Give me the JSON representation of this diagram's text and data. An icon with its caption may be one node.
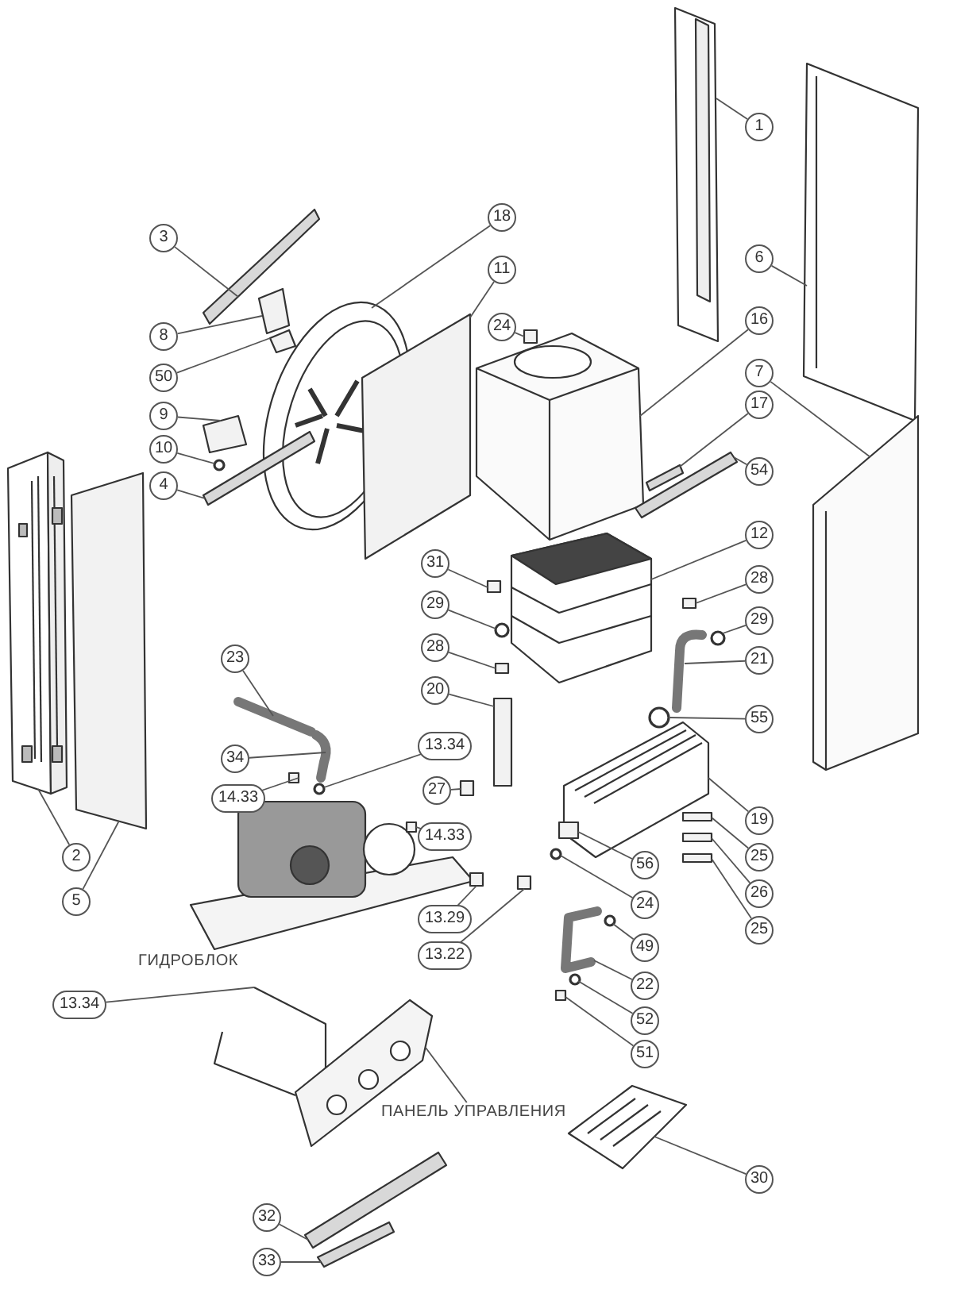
{
  "diagram": {
    "nodes": [
      {
        "text": [
          "1"
        ]
      },
      {
        "text": [
          "3"
        ]
      },
      {
        "text": [
          "18"
        ]
      },
      {
        "text": [
          "6"
        ]
      },
      {
        "text": [
          "11"
        ]
      },
      {
        "text": [
          "8"
        ]
      },
      {
        "text": [
          "24"
        ]
      },
      {
        "text": [
          "16"
        ]
      },
      {
        "text": [
          "50"
        ]
      },
      {
        "text": [
          "7"
        ]
      },
      {
        "text": [
          "17"
        ]
      },
      {
        "text": [
          "9"
        ]
      },
      {
        "text": [
          "10"
        ]
      },
      {
        "text": [
          "54"
        ]
      },
      {
        "text": [
          "4"
        ]
      },
      {
        "text": [
          "31"
        ]
      },
      {
        "text": [
          "12"
        ]
      },
      {
        "text": [
          "28"
        ]
      },
      {
        "text": [
          "29"
        ]
      },
      {
        "text": [
          "29"
        ]
      },
      {
        "text": [
          "28"
        ]
      },
      {
        "text": [
          "21"
        ]
      },
      {
        "text": [
          "20"
        ]
      },
      {
        "text": [
          "23"
        ]
      },
      {
        "text": [
          "55"
        ]
      },
      {
        "text": [
          "13.34"
        ]
      },
      {
        "text": [
          "34"
        ]
      },
      {
        "text": [
          "14.33"
        ]
      },
      {
        "text": [
          "27"
        ]
      },
      {
        "text": [
          "19"
        ]
      },
      {
        "text": [
          "14.33"
        ]
      },
      {
        "text": [
          "2"
        ]
      },
      {
        "text": [
          "25"
        ]
      },
      {
        "text": [
          "56"
        ]
      },
      {
        "text": [
          "5"
        ]
      },
      {
        "text": [
          "26"
        ]
      },
      {
        "text": [
          "13.29"
        ]
      },
      {
        "text": [
          "24"
        ]
      },
      {
        "text": [
          "25"
        ]
      },
      {
        "text": [
          "13.22"
        ]
      },
      {
        "text": [
          "49"
        ]
      },
      {
        "text": [
          "22"
        ]
      },
      {
        "text": [
          "13.34"
        ]
      },
      {
        "text": [
          "52"
        ]
      },
      {
        "text": [
          "51"
        ]
      },
      {
        "text": [
          "ПАНЕЛЬ УПРАВЛЕНИЯ"
        ]
      },
      {
        "text": [
          "30"
        ]
      },
      {
        "text": [
          "32"
        ]
      },
      {
        "text": [
          "33"
        ]
      },
      {
        "text": [],
        "shape": "picture"
      },
      {
        "text": [],
        "shape": "bar"
      },
      {
        "text": [],
        "shape": "picture"
      },
      {
        "text": [],
        "shape": "picture"
      },
      {
        "text": [],
        "shape": "box"
      },
      {
        "text": [],
        "shape": "box"
      },
      {
        "text": [],
        "shape": "box"
      },
      {
        "text": [],
        "shape": "picture"
      },
      {
        "text": [],
        "shape": "box"
      },
      {
        "text": [],
        "shape": "picture"
      },
      {
        "text": [],
        "shape": "bar"
      },
      {
        "text": [],
        "shape": "box"
      },
      {
        "text": [],
        "shape": "circle"
      },
      {
        "text": [],
        "shape": "bar"
      },
      {
        "text": [],
        "shape": "bar"
      },
      {
        "text": [],
        "shape": "box"
      },
      {
        "text": [],
        "shape": "picture"
      },
      {
        "text": [],
        "shape": "box"
      },
      {
        "text": [],
        "shape": "circle"
      },
      {
        "text": [],
        "shape": "circle"
      },
      {
        "text": [],
        "shape": "box"
      },
      {
        "text": [],
        "shape": "picture"
      },
      {
        "text": [],
        "shape": "box"
      },
      {
        "text": [],
        "shape": "picture"
      },
      {
        "text": [],
        "shape": "circle"
      },
      {
        "text": [],
        "shape": "circle"
      },
      {
        "text": [],
        "shape": "picture"
      },
      {
        "text": [],
        "shape": "box"
      },
      {
        "text": [],
        "shape": "box"
      },
      {
        "text": [],
        "shape": "picture"
      },
      {
        "text": [],
        "shape": "box"
      },
      {
        "text": [],
        "shape": "picture"
      },
      {
        "text": [],
        "shape": "box"
      },
      {
        "text": [],
        "shape": "box"
      },
      {
        "text": [],
        "shape": "box"
      },
      {
        "text": [],
        "shape": "box"
      },
      {
        "text": [],
        "shape": "box"
      },
      {
        "text": [],
        "shape": "circle"
      },
      {
        "text": [],
        "shape": "box"
      },
      {
        "text": [],
        "shape": "box"
      },
      {
        "text": [],
        "shape": "circle"
      },
      {
        "text": [],
        "shape": "picture"
      },
      {
        "text": [],
        "shape": "picture"
      },
      {
        "text": [],
        "shape": "circle"
      },
      {
        "text": [],
        "shape": "box"
      },
      {
        "text": [],
        "shape": "picture"
      },
      {
        "text": [],
        "shape": "picture"
      },
      {
        "text": [],
        "shape": "bar"
      },
      {
        "text": [],
        "shape": "bar"
      }
    ],
    "edges": [
      {
        "from": 0,
        "to": 49,
        "arrow": "none"
      },
      {
        "from": 1,
        "to": 50,
        "arrow": "none"
      },
      {
        "from": 2,
        "to": 51,
        "arrow": "none"
      },
      {
        "from": 3,
        "to": 52,
        "arrow": "none"
      },
      {
        "from": 4,
        "to": 53,
        "arrow": "none"
      },
      {
        "from": 5,
        "to": 54,
        "arrow": "none"
      },
      {
        "from": 6,
        "to": 55,
        "arrow": "none"
      },
      {
        "from": 7,
        "to": 56,
        "arrow": "none"
      },
      {
        "from": 8,
        "to": 57,
        "arrow": "none"
      },
      {
        "from": 9,
        "to": 58,
        "arrow": "none"
      },
      {
        "from": 10,
        "to": 59,
        "arrow": "none"
      },
      {
        "from": 11,
        "to": 60,
        "arrow": "none"
      },
      {
        "from": 12,
        "to": 61,
        "arrow": "none"
      },
      {
        "from": 13,
        "to": 62,
        "arrow": "none"
      },
      {
        "from": 14,
        "to": 63,
        "arrow": "none"
      },
      {
        "from": 15,
        "to": 64,
        "arrow": "none"
      },
      {
        "from": 16,
        "to": 65,
        "arrow": "none"
      },
      {
        "from": 17,
        "to": 66,
        "arrow": "none"
      },
      {
        "from": 18,
        "to": 67,
        "arrow": "none"
      },
      {
        "from": 19,
        "to": 68,
        "arrow": "none"
      },
      {
        "from": 20,
        "to": 69,
        "arrow": "none"
      },
      {
        "from": 21,
        "to": 70,
        "arrow": "none"
      },
      {
        "from": 22,
        "to": 71,
        "arrow": "none"
      },
      {
        "from": 23,
        "to": 72,
        "arrow": "none"
      },
      {
        "from": 24,
        "to": 73,
        "arrow": "none"
      },
      {
        "from": 25,
        "to": 74,
        "arrow": "none"
      },
      {
        "from": 26,
        "to": 75,
        "arrow": "none"
      },
      {
        "from": 27,
        "to": 76,
        "arrow": "none"
      },
      {
        "from": 28,
        "to": 77,
        "arrow": "none"
      },
      {
        "from": 29,
        "to": 78,
        "arrow": "none"
      },
      {
        "from": 30,
        "to": 79,
        "arrow": "none"
      },
      {
        "from": 31,
        "to": 80,
        "arrow": "none"
      },
      {
        "from": 32,
        "to": 81,
        "arrow": "none"
      },
      {
        "from": 33,
        "to": 82,
        "arrow": "none"
      },
      {
        "from": 34,
        "to": 83,
        "arrow": "none"
      },
      {
        "from": 35,
        "to": 84,
        "arrow": "none"
      },
      {
        "from": 36,
        "to": 85,
        "arrow": "none"
      },
      {
        "from": 37,
        "to": 86,
        "arrow": "none"
      },
      {
        "from": 38,
        "to": 87,
        "arrow": "none"
      },
      {
        "from": 39,
        "to": 88,
        "arrow": "none"
      },
      {
        "from": 40,
        "to": 89,
        "arrow": "none"
      },
      {
        "from": 41,
        "to": 90,
        "arrow": "none"
      },
      {
        "from": 42,
        "to": 91,
        "arrow": "none"
      },
      {
        "from": 43,
        "to": 92,
        "arrow": "none"
      },
      {
        "from": 44,
        "to": 93,
        "arrow": "none"
      },
      {
        "from": 45,
        "to": 94,
        "arrow": "none"
      },
      {
        "from": 46,
        "to": 95,
        "arrow": "none"
      },
      {
        "from": 47,
        "to": 96,
        "arrow": "none"
      },
      {
        "from": 48,
        "to": 97,
        "arrow": "none"
      }
    ],
    "labels": [
      "ГИДРОБЛОК"
    ]
  }
}
